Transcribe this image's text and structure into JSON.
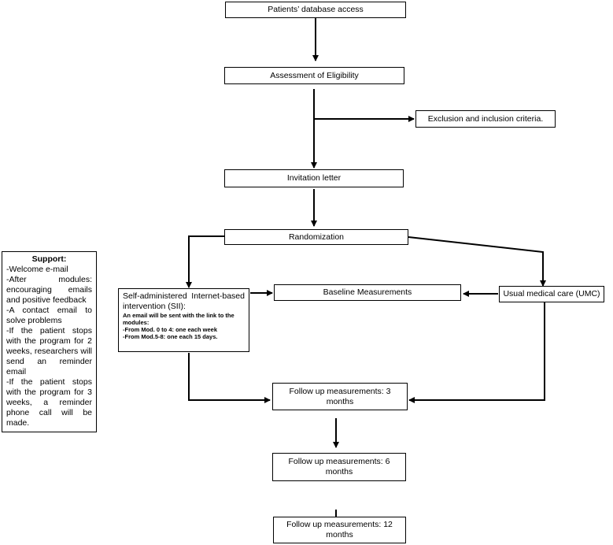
{
  "nodes": {
    "database": "Patients’ database access",
    "eligibility": "Assessment of Eligibility",
    "criteria": "Exclusion and inclusion criteria.",
    "invitation": "Invitation letter",
    "randomization": "Randomization",
    "sii": {
      "title": "Self-administered Internet-based intervention (SII):",
      "detail": "An email will be sent with the link to the modules:",
      "schedule": [
        "-From Mod. 0 to 4: one each week",
        "-From Mod.5-8: one each 15 days."
      ]
    },
    "baseline": "Baseline Measurements",
    "umc": "Usual medical care (UMC)",
    "followup3": "Follow up measurements: 3 months",
    "followup6": "Follow up measurements: 6 months",
    "followup12": "Follow up measurements: 12 months"
  },
  "support": {
    "title": "Support:",
    "items": [
      "-Welcome e-mail",
      "-After modules: encouraging emails and positive feedback",
      "-A contact email to solve problems",
      "-If the patient stops with the program for 2 weeks, researchers will send an reminder email",
      "-If the patient stops with the program for 3 weeks, a reminder phone call will be made."
    ]
  }
}
